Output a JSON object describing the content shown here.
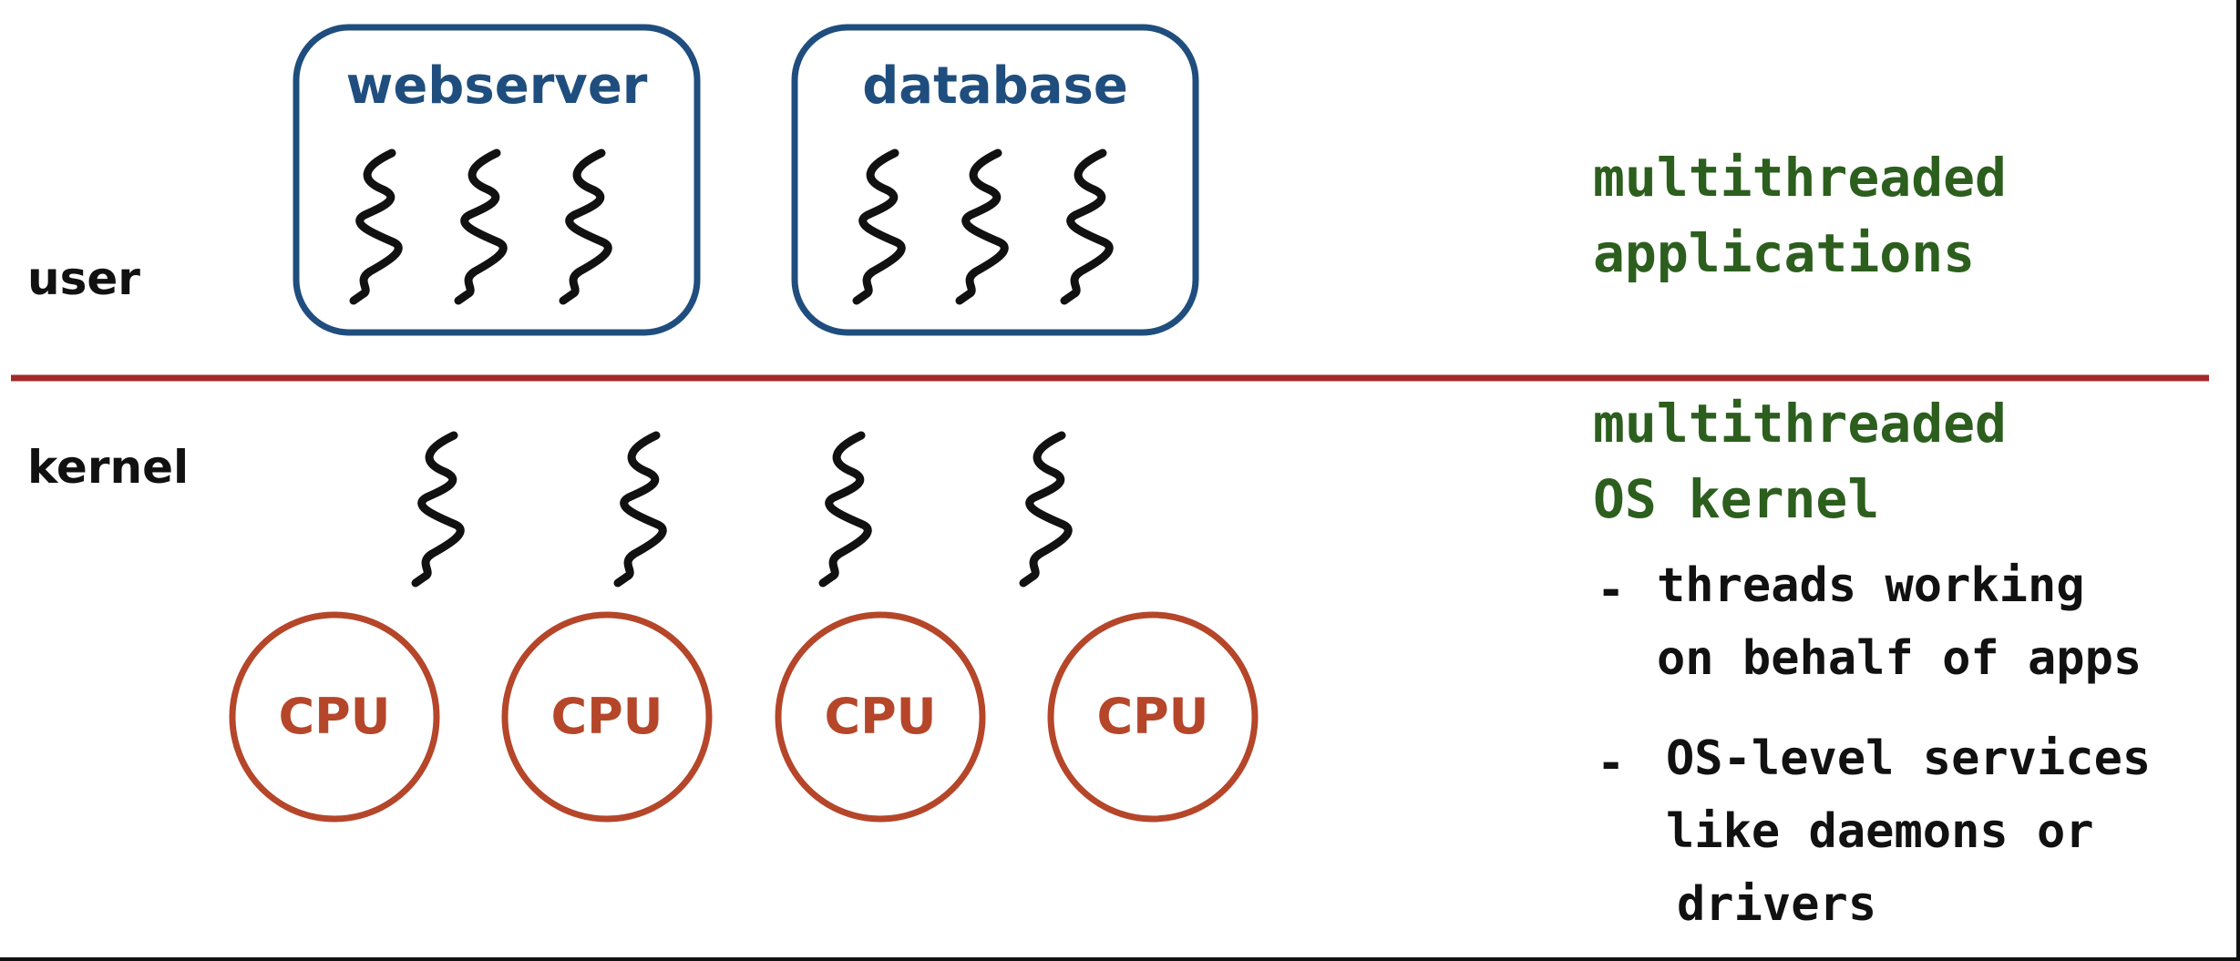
{
  "layers": {
    "user_label": "user",
    "kernel_label": "kernel"
  },
  "apps": [
    {
      "name": "webserver",
      "threads": 3
    },
    {
      "name": "database",
      "threads": 3
    }
  ],
  "kernel_threads": 4,
  "cpus": [
    "CPU",
    "CPU",
    "CPU",
    "CPU"
  ],
  "notes": {
    "user": [
      "multithreaded",
      "applications"
    ],
    "kernel": [
      "multithreaded",
      "OS kernel"
    ],
    "bullets": [
      {
        "dash": "-",
        "lines": [
          "threads working",
          "on behalf of apps"
        ]
      },
      {
        "dash": "-",
        "lines": [
          "OS-level services",
          "like daemons or",
          "drivers"
        ]
      }
    ]
  },
  "colors": {
    "app_box": "#1f4e7e",
    "divider": "#a32a2a",
    "cpu": "#b5462a",
    "note_green": "#2c5e1e",
    "ink": "#111111"
  }
}
